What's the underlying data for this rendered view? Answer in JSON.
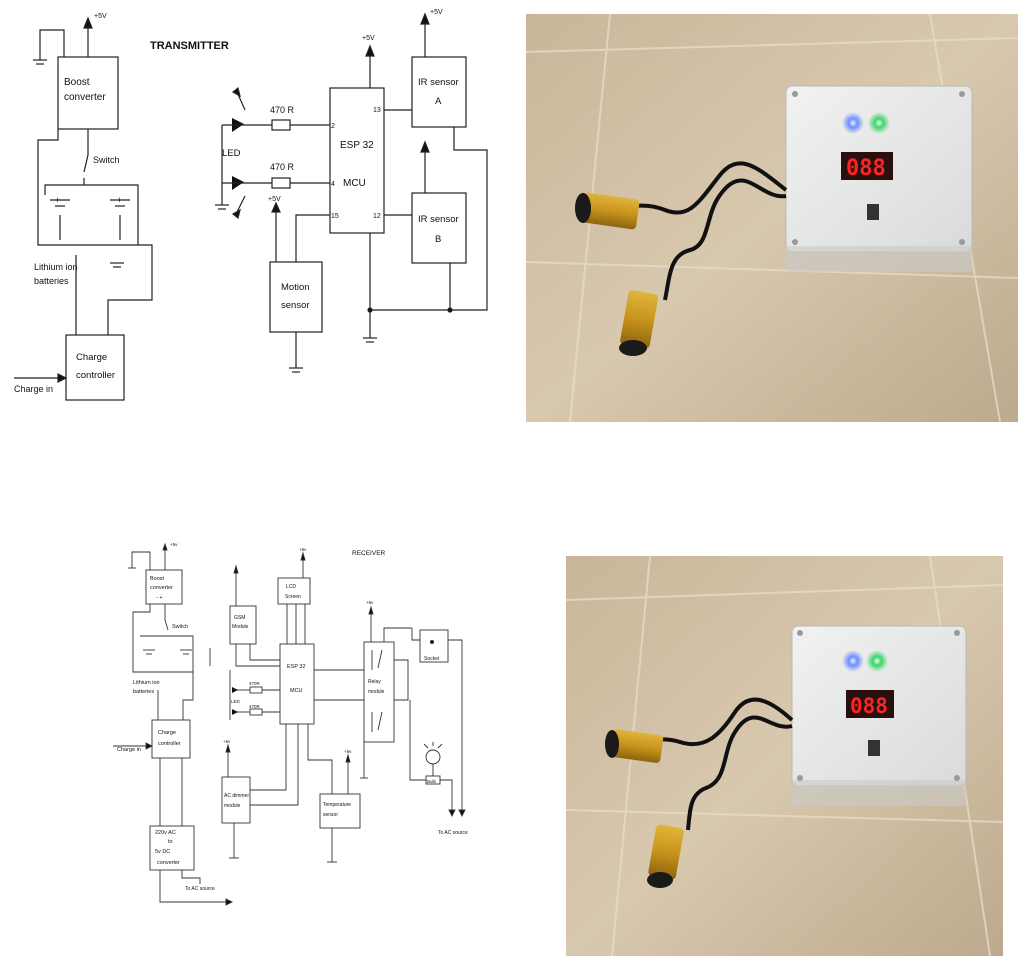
{
  "transmitter": {
    "title": "TRANSMITTER",
    "plus5v": "+5V",
    "boost_converter": [
      "Boost",
      "converter"
    ],
    "switch": "Switch",
    "lithium_ion_batteries": [
      "Lithium ion",
      "batteries"
    ],
    "charge_controller": [
      "Charge",
      "controller"
    ],
    "charge_in": "Charge in",
    "led": "LED",
    "resistor_1": "470 R",
    "resistor_2": "470 R",
    "esp32": [
      "ESP 32",
      "MCU"
    ],
    "pin_2": "2",
    "pin_4": "4",
    "pin_15": "15",
    "pin_13": "13",
    "pin_12": "12",
    "motion_sensor": [
      "Motion",
      "sensor"
    ],
    "ir_sensor_a": [
      "IR sensor",
      "A"
    ],
    "ir_sensor_b": [
      "IR sensor",
      "B"
    ]
  },
  "receiver": {
    "title": "RECEIVER",
    "plus5v": "+5v",
    "boost_converter": [
      "Boost",
      "converter"
    ],
    "boost_pins": "-    +",
    "switch": "Switch",
    "lithium_ion_batteries": [
      "Lithium ion",
      "batteries"
    ],
    "charge_controller": [
      "Charge",
      "controller"
    ],
    "charge_in": "Charge in",
    "gsm_module": [
      "GSM",
      "Module"
    ],
    "lcd_screen": [
      "LCD",
      "Screen"
    ],
    "esp32": [
      "ESP 32",
      "MCU"
    ],
    "resistor_1": "470R",
    "resistor_2": "470R",
    "led": "LED",
    "relay_module": [
      "Relay",
      "module"
    ],
    "socket": "Socket",
    "bulb": "Bulb",
    "ac_dimmer_module": [
      "AC dimmer",
      "module"
    ],
    "temperature_sensor": [
      "Temperature",
      "sensor"
    ],
    "converter": [
      "220v  AC",
      "to",
      "5v    DC",
      "converter"
    ],
    "to_ac_source_1": "To AC source",
    "to_ac_source_2": "To AC source"
  },
  "photo_top": {
    "display_readout": "088"
  },
  "photo_bottom": {
    "display_readout": "088"
  }
}
